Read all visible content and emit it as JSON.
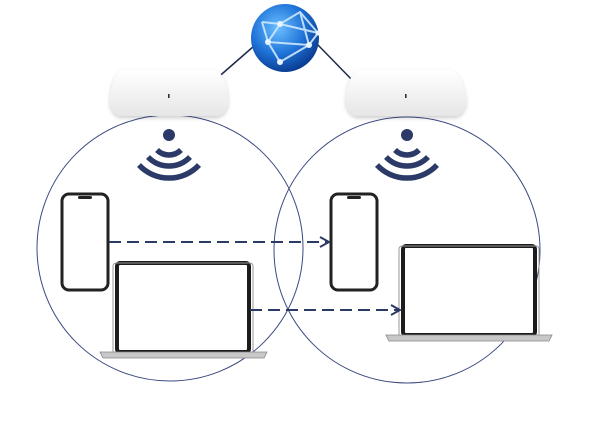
{
  "diagram": {
    "nodes": [
      "internet-globe",
      "access-point-left",
      "access-point-right",
      "phone-left",
      "laptop-left",
      "phone-right",
      "laptop-right"
    ],
    "edges": [
      {
        "from": "internet-globe",
        "to": "access-point-left",
        "style": "solid"
      },
      {
        "from": "internet-globe",
        "to": "access-point-right",
        "style": "solid"
      },
      {
        "from": "phone-left",
        "to": "phone-right",
        "style": "dashed-arrow"
      },
      {
        "from": "laptop-left",
        "to": "laptop-right",
        "style": "dashed-arrow"
      }
    ],
    "colors": {
      "accent": "#2b3a67",
      "globe": "#1e73d8",
      "coverage": "#3b4a80"
    }
  }
}
